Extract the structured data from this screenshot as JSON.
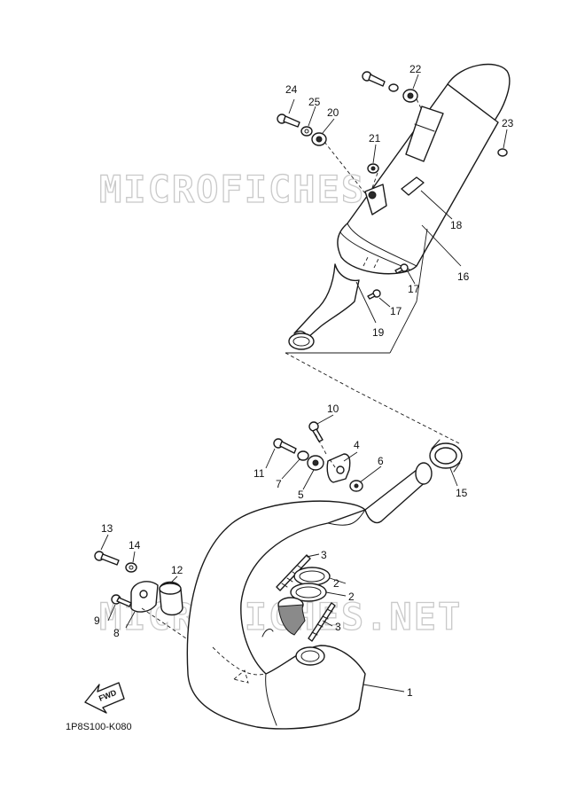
{
  "diagram_code": "1P8S100-K080",
  "watermark": "MICROFICHES.NET",
  "fwd_label": "FWD",
  "callouts": {
    "c1": "1",
    "c2a": "2",
    "c2b": "2",
    "c3a": "3",
    "c3b": "3",
    "c4": "4",
    "c5": "5",
    "c6": "6",
    "c7": "7",
    "c8": "8",
    "c9": "9",
    "c10": "10",
    "c11": "11",
    "c12": "12",
    "c13": "13",
    "c14": "14",
    "c15": "15",
    "c16": "16",
    "c17a": "17",
    "c17b": "17",
    "c18": "18",
    "c19": "19",
    "c20": "20",
    "c21": "21",
    "c22": "22",
    "c23": "23",
    "c24": "24",
    "c25": "25"
  }
}
